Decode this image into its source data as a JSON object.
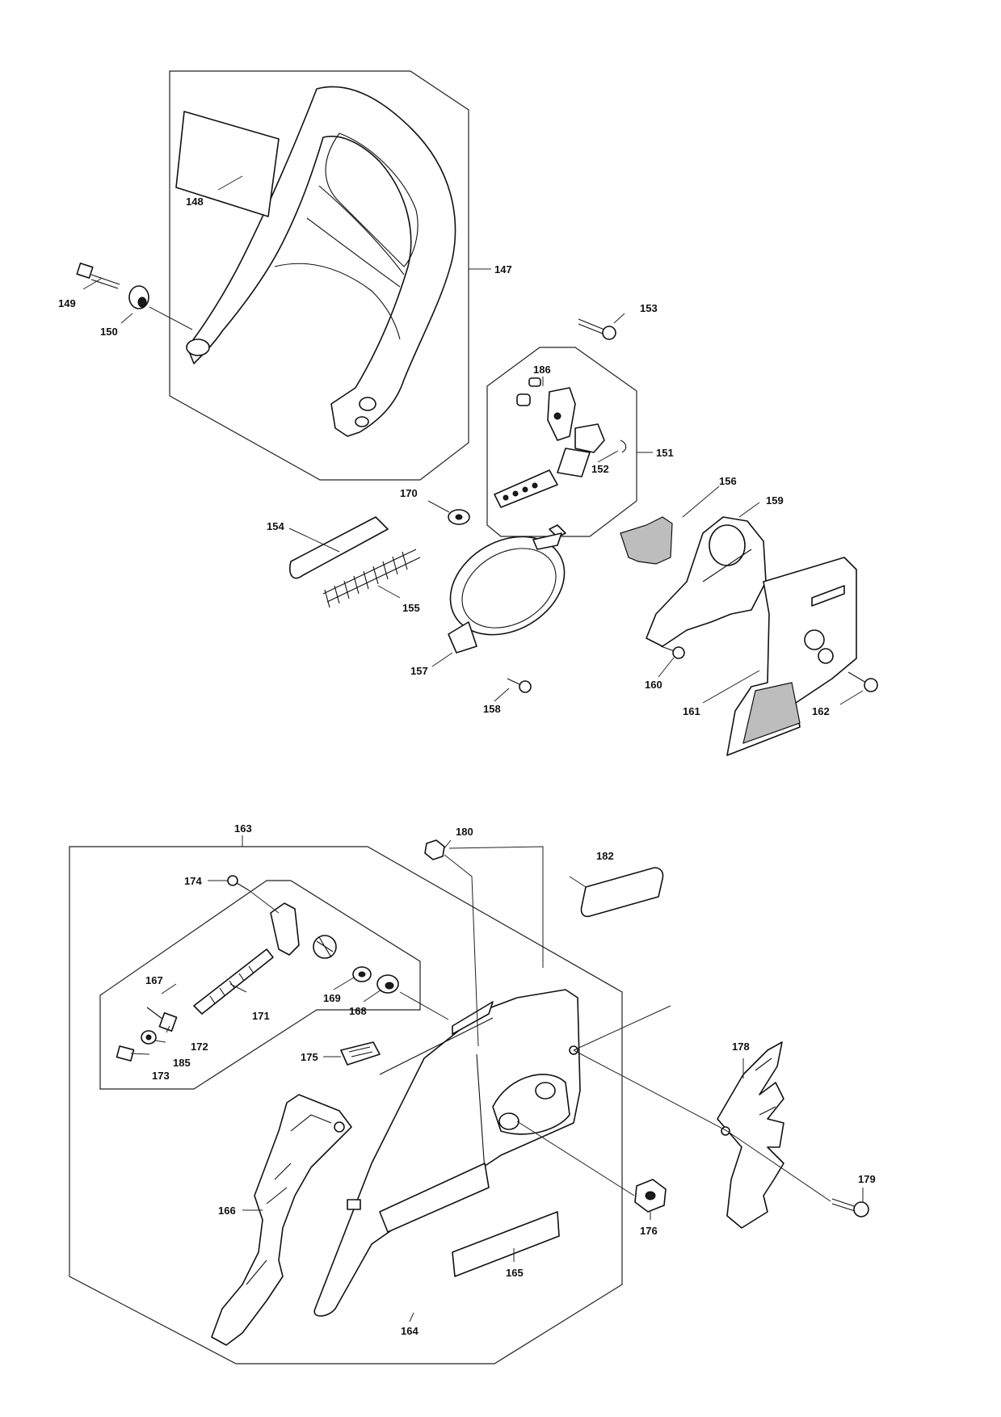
{
  "colors": {
    "line": "#222222",
    "background": "#ffffff",
    "label": "#111111"
  },
  "callouts": [
    {
      "id": "147",
      "label": "147"
    },
    {
      "id": "148",
      "label": "148"
    },
    {
      "id": "149",
      "label": "149"
    },
    {
      "id": "150",
      "label": "150"
    },
    {
      "id": "151",
      "label": "151"
    },
    {
      "id": "152",
      "label": "152"
    },
    {
      "id": "153",
      "label": "153"
    },
    {
      "id": "154",
      "label": "154"
    },
    {
      "id": "155",
      "label": "155"
    },
    {
      "id": "156",
      "label": "156"
    },
    {
      "id": "157",
      "label": "157"
    },
    {
      "id": "158",
      "label": "158"
    },
    {
      "id": "159",
      "label": "159"
    },
    {
      "id": "160",
      "label": "160"
    },
    {
      "id": "161",
      "label": "161"
    },
    {
      "id": "162",
      "label": "162"
    },
    {
      "id": "163",
      "label": "163"
    },
    {
      "id": "164",
      "label": "164"
    },
    {
      "id": "165",
      "label": "165"
    },
    {
      "id": "166",
      "label": "166"
    },
    {
      "id": "167",
      "label": "167"
    },
    {
      "id": "168",
      "label": "168"
    },
    {
      "id": "169",
      "label": "169"
    },
    {
      "id": "170",
      "label": "170"
    },
    {
      "id": "171",
      "label": "171"
    },
    {
      "id": "172",
      "label": "172"
    },
    {
      "id": "173",
      "label": "173"
    },
    {
      "id": "174",
      "label": "174"
    },
    {
      "id": "175",
      "label": "175"
    },
    {
      "id": "176",
      "label": "176"
    },
    {
      "id": "178",
      "label": "178"
    },
    {
      "id": "179",
      "label": "179"
    },
    {
      "id": "180",
      "label": "180"
    },
    {
      "id": "182",
      "label": "182"
    },
    {
      "id": "185",
      "label": "185"
    },
    {
      "id": "186",
      "label": "186"
    }
  ]
}
